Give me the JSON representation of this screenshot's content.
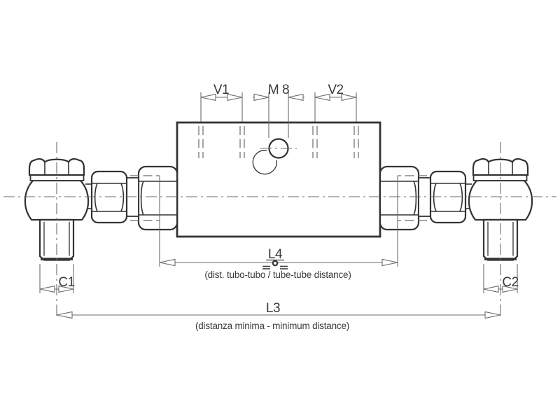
{
  "drawing": {
    "colors": {
      "background": "#ffffff",
      "outline": "#333333",
      "dim_lines": "#6b6b6b",
      "text": "#3b3b3b"
    },
    "dimensions": {
      "v1": {
        "label": "V1"
      },
      "m8": {
        "label": "M 8"
      },
      "v2": {
        "label": "V2"
      },
      "l4": {
        "label": "L4",
        "caption": "(dist. tubo-tubo / tube-tube distance)"
      },
      "l3": {
        "label": "L3",
        "caption": "(distanza minima - minimum distance)"
      },
      "c1": {
        "label": "C1"
      },
      "c2": {
        "label": "C2"
      }
    }
  }
}
